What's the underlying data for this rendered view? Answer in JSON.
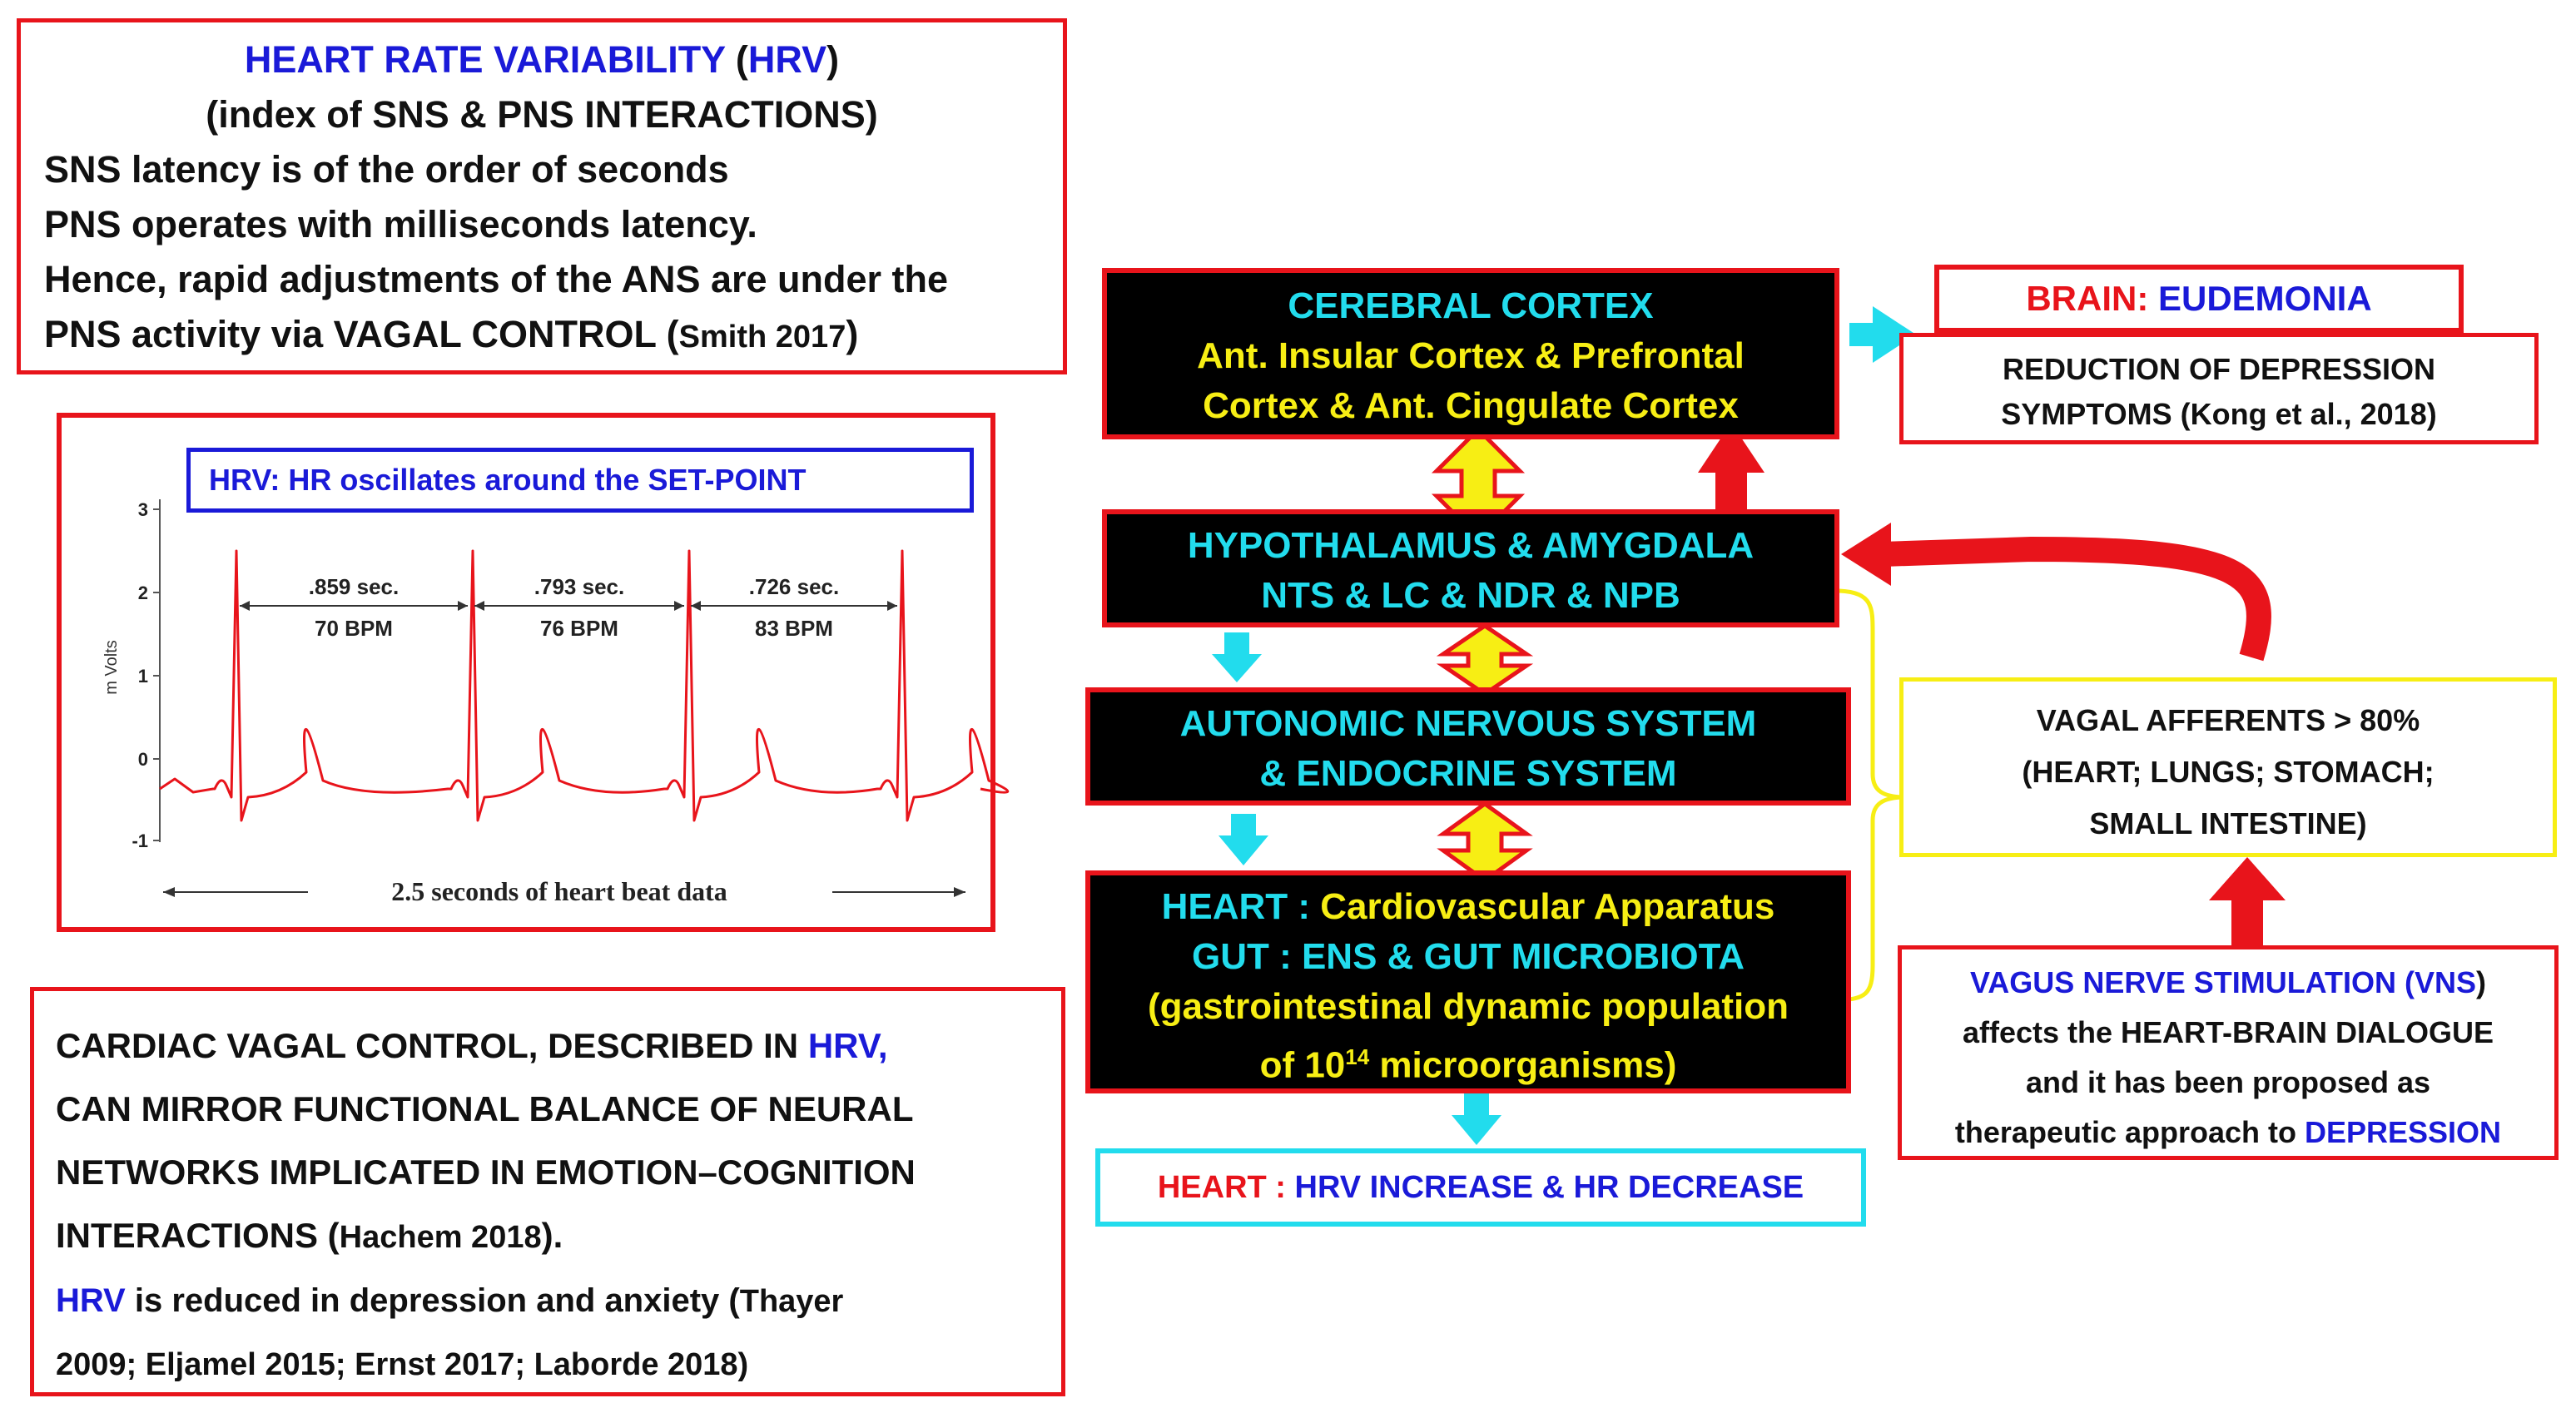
{
  "hrv_box": {
    "title_main": "HEART RATE VARIABILITY",
    "title_abbr": "HRV",
    "subtitle": "(index of SNS & PNS INTERACTIONS)",
    "l1": "SNS latency is of the order of seconds",
    "l2": "PNS operates with milliseconds latency.",
    "l3": "Hence, rapid adjustments of the ANS are under the",
    "l4": "PNS activity via VAGAL CONTROL (",
    "l4_cite": "Smith 2017",
    "l4_end": ")"
  },
  "ecg": {
    "caption": "HRV: HR oscillates around the SET-POINT",
    "y_axis_label": "m Volts",
    "y_ticks": [
      "3",
      "2",
      "1",
      "0",
      "-1"
    ],
    "intervals": [
      {
        "sec": ".859 sec.",
        "bpm": "70 BPM"
      },
      {
        "sec": ".793 sec.",
        "bpm": "76 BPM"
      },
      {
        "sec": ".726 sec.",
        "bpm": "83 BPM"
      }
    ],
    "x_caption": "2.5 seconds of heart beat data",
    "colors": {
      "trace": "#e8141b",
      "axis": "#555555"
    }
  },
  "vagal_box": {
    "l1a": "CARDIAC VAGAL CONTROL, DESCRIBED IN ",
    "l1b": "HRV,",
    "l2": "CAN MIRROR FUNCTIONAL BALANCE OF NEURAL",
    "l3": "NETWORKS IMPLICATED IN EMOTION–COGNITION",
    "l4a": "INTERACTIONS (",
    "l4b": "Hachem 2018",
    "l4c": ").",
    "l5a": "HRV",
    "l5b": " is reduced in depression and anxiety (",
    "l5c": "Thayer",
    "l6": "2009; Eljamel 2015; Ernst 2017; Laborde 2018)"
  },
  "cortex": {
    "l1": "CEREBRAL CORTEX",
    "l2": "Ant. Insular Cortex & Prefrontal",
    "l3": "Cortex & Ant. Cingulate Cortex"
  },
  "hypothalamus": {
    "l1": "HYPOTHALAMUS & AMYGDALA",
    "l2": "NTS & LC & NDR & NPB"
  },
  "ans": {
    "l1": "AUTONOMIC NERVOUS SYSTEM",
    "l2": "& ENDOCRINE SYSTEM"
  },
  "heart_gut": {
    "l1a": "HEART : ",
    "l1b": "Cardiovascular Apparatus",
    "l2": "GUT : ENS & GUT MICROBIOTA",
    "l3": "(gastrointestinal dynamic population",
    "l4a": "of 10",
    "l4sup": "14",
    "l4b": " microorganisms)"
  },
  "outcome": {
    "a": "HEART : ",
    "b": "HRV INCREASE  & HR DECREASE"
  },
  "brain": {
    "label": "BRAIN: ",
    "value": "EUDEMONIA"
  },
  "depression": {
    "l1": "REDUCTION OF DEPRESSION",
    "l2": "SYMPTOMS (Kong et al., 2018)"
  },
  "afferents": {
    "l1": "VAGAL AFFERENTS > 80%",
    "l2": "(HEART; LUNGS; STOMACH;",
    "l3": "SMALL INTESTINE)"
  },
  "vns": {
    "l1a": "VAGUS NERVE STIMULATION (",
    "l1b": "VNS",
    "l1c": ")",
    "l2": "affects the HEART-BRAIN  DIALOGUE",
    "l3": "and it has been proposed as",
    "l4a": "therapeutic approach to ",
    "l4b": "DEPRESSION"
  },
  "colors": {
    "red": "#e8141b",
    "blue": "#1a1ad8",
    "cyan": "#22dced",
    "yellow": "#f7ee14",
    "black": "#000000"
  }
}
